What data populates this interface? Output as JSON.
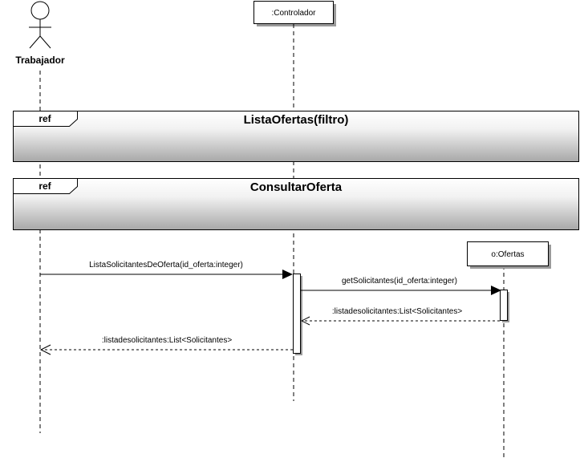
{
  "actor": {
    "name": "Trabajador"
  },
  "participants": {
    "controlador": ":Controlador",
    "ofertas": "o:Ofertas"
  },
  "fragments": [
    {
      "tag": "ref",
      "title": "ListaOfertas(filtro)"
    },
    {
      "tag": "ref",
      "title": "ConsultarOferta"
    }
  ],
  "messages": [
    {
      "label": "ListaSolicitantesDeOferta(id_oferta:integer)",
      "kind": "call"
    },
    {
      "label": "getSolicitantes(id_oferta:integer)",
      "kind": "call"
    },
    {
      "label": ":listadesolicitantes:List<Solicitantes>",
      "kind": "return"
    },
    {
      "label": ":listadesolicitantes:List<Solicitantes>",
      "kind": "return"
    }
  ]
}
